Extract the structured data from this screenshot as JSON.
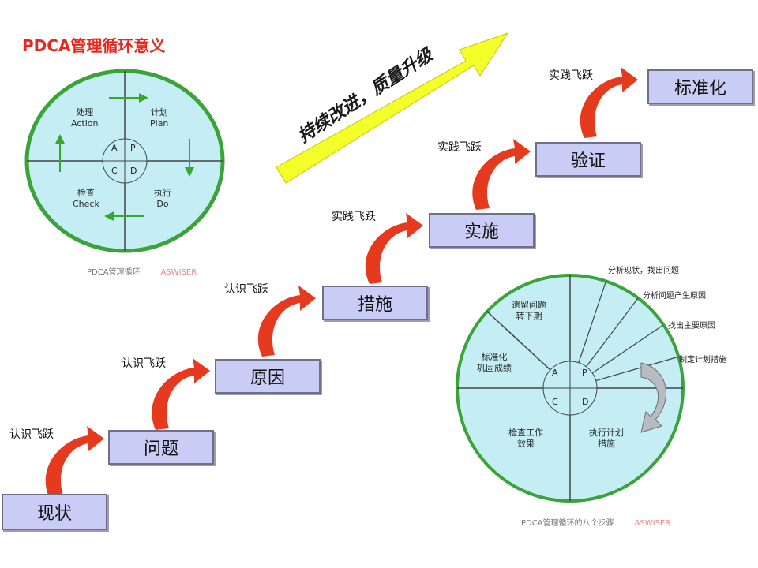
{
  "title": "PDCA管理循环意义",
  "colors": {
    "title": "#e8281d",
    "step_fill": "#c9cdf5",
    "circle_fill": "#c4eef3",
    "arrow_red": "#e63a1f",
    "banner": "#f4ff2a"
  },
  "banner_text": "持续改进，质量升级",
  "steps": [
    {
      "label": "现状"
    },
    {
      "label": "问题"
    },
    {
      "label": "原因"
    },
    {
      "label": "措施"
    },
    {
      "label": "实施"
    },
    {
      "label": "验证"
    },
    {
      "label": "标准化"
    }
  ],
  "leaps": [
    "认识飞跃",
    "认识飞跃",
    "认识飞跃",
    "实践飞跃",
    "实践飞跃",
    "实践飞跃"
  ],
  "cycle1": {
    "quadrants": [
      {
        "cn": "处理",
        "en": "Action"
      },
      {
        "cn": "计划",
        "en": "Plan"
      },
      {
        "cn": "检查",
        "en": "Check"
      },
      {
        "cn": "执行",
        "en": "Do"
      }
    ],
    "letters": [
      "A",
      "P",
      "C",
      "D"
    ],
    "caption": "PDCA管理循环",
    "brand": "ASWISER"
  },
  "cycle2": {
    "sectors": [
      {
        "l1": "遗留问题",
        "l2": "转下期"
      },
      {
        "l1": "标准化",
        "l2": "巩固成绩"
      },
      {
        "l1": "检查工作",
        "l2": "效果"
      },
      {
        "l1": "执行计划",
        "l2": "措施"
      }
    ],
    "letters": [
      "A",
      "P",
      "C",
      "D"
    ],
    "notes": [
      "分析现状，找出问题",
      "分析问题产生原因",
      "找出主要原因",
      "制定计划措施"
    ],
    "caption": "PDCA管理循环的八个步骤",
    "brand": "ASWISER"
  }
}
